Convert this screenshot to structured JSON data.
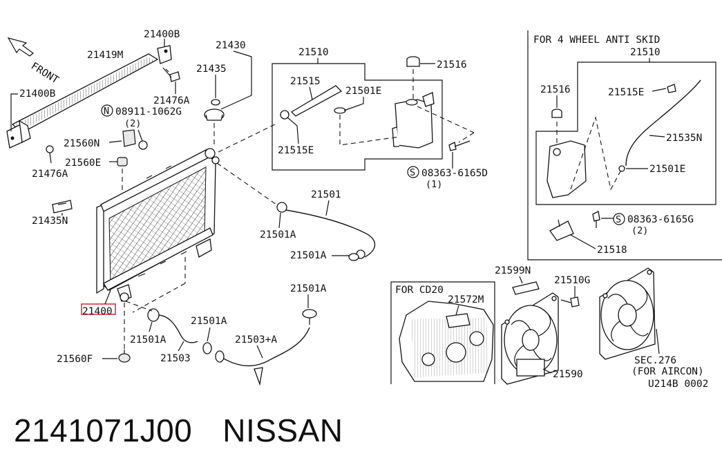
{
  "labels": {
    "front": "FRONT",
    "p21400B_top": "21400B",
    "p21419M": "21419M",
    "p21400B_left": "21400B",
    "p21430": "21430",
    "p21435": "21435",
    "p21476A_top": "21476A",
    "n_circle": "N",
    "p08911": "08911-1062G",
    "p08911_qty": "(2)",
    "p21560N": "21560N",
    "p21476A_left": "21476A",
    "p21560E": "21560E",
    "p21435N": "21435N",
    "p21400": "21400",
    "p21560F": "21560F",
    "p21501A_1": "21501A",
    "p21503": "21503",
    "p21501A_2": "21501A",
    "p21503A": "21503+A",
    "p21501A_3": "21501A",
    "p21501A_4": "21501A",
    "p21501": "21501",
    "p21501A_5": "21501A",
    "p21510": "21510",
    "p21515": "21515",
    "p21501E": "21501E",
    "p21515E": "21515E",
    "p21516": "21516",
    "s_circle": "S",
    "p08363D": "08363-6165D",
    "p08363D_qty": "(1)",
    "anti_skid_title": "FOR 4 WHEEL ANTI SKID",
    "as_21510": "21510",
    "as_21516": "21516",
    "as_21515E": "21515E",
    "as_21535N": "21535N",
    "as_21501E": "21501E",
    "as_s_circle": "S",
    "as_08363G": "08363-6165G",
    "as_08363G_qty": "(2)",
    "as_21518": "21518",
    "cd20_title": "FOR CD20",
    "p21572M": "21572M",
    "p21599N": "21599N",
    "p21510G": "21510G",
    "p21590": "21590",
    "sec276": "SEC.276",
    "for_aircon": "(FOR AIRCON)",
    "diagram_code": "U214B 0002"
  },
  "highlight": {
    "part": "21400",
    "color": "#e0202a"
  },
  "caption": {
    "part_number": "2141071J00",
    "brand": "NISSAN"
  }
}
